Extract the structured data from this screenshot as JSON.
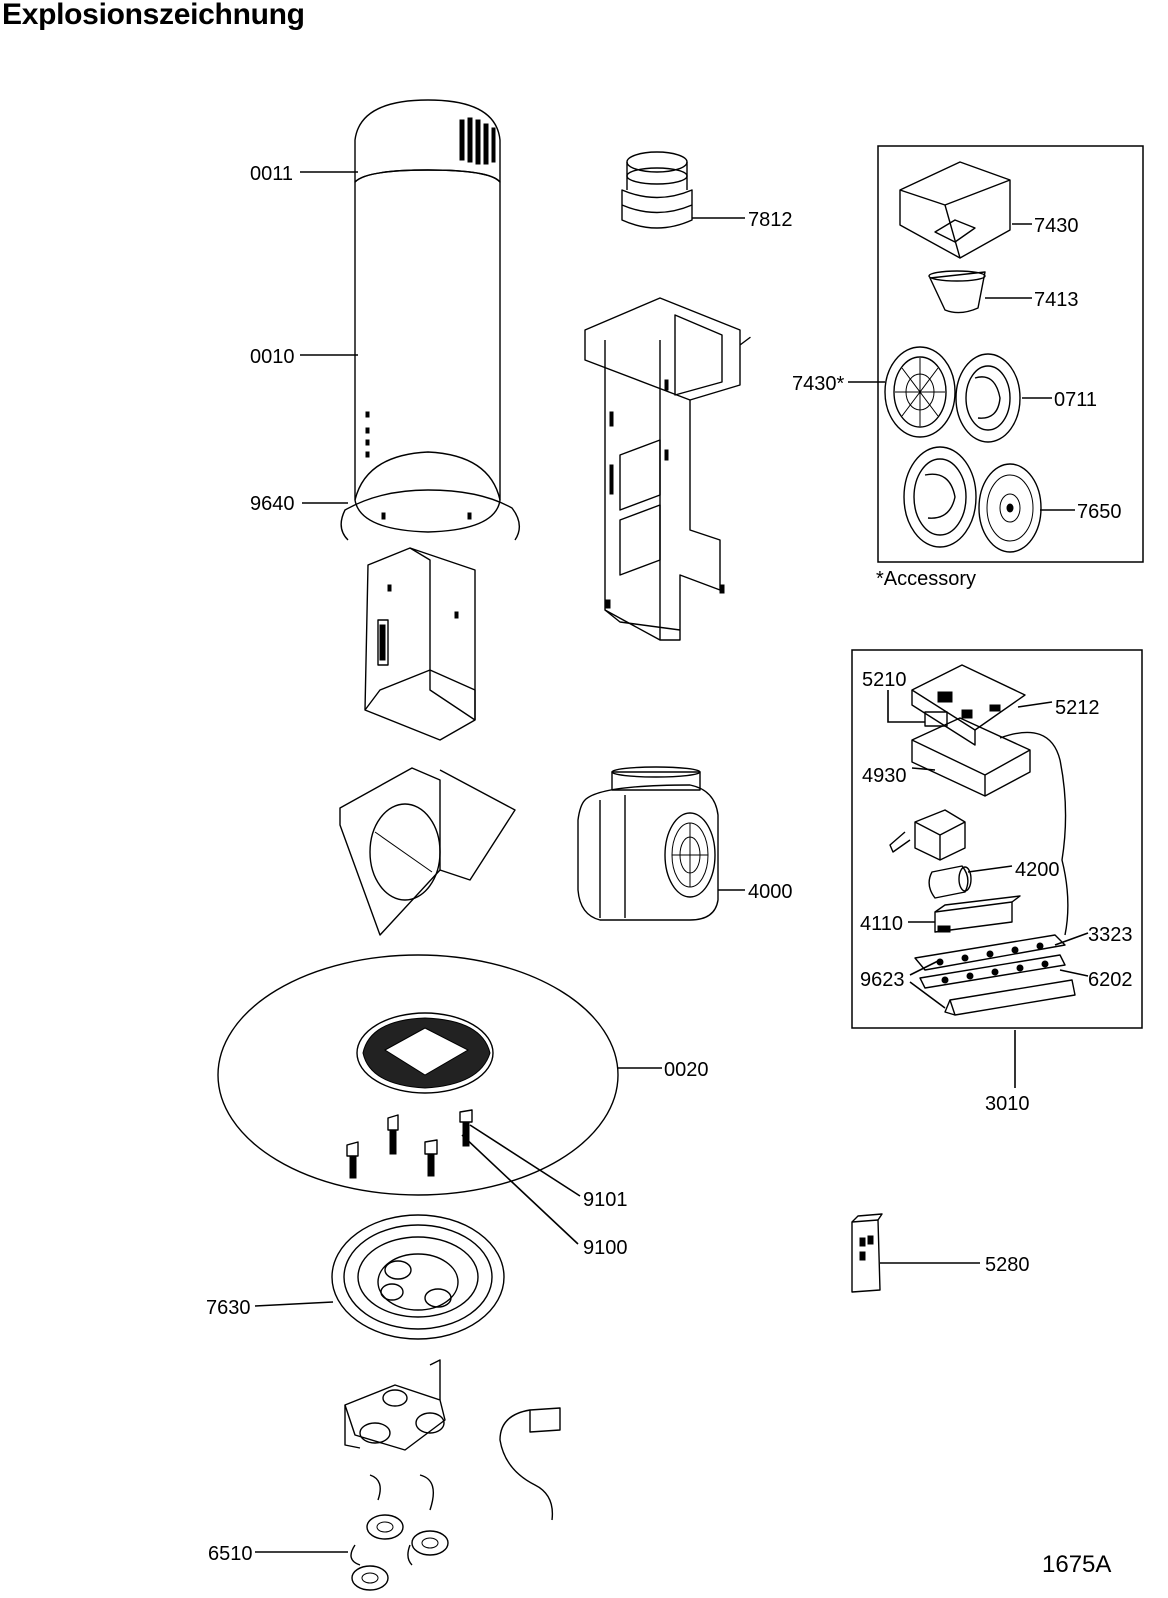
{
  "title": "Explosionszeichnung",
  "drawing_code": "1675A",
  "accessory_note": "*Accessory",
  "labels": {
    "p0011": "0011",
    "p0010": "0010",
    "p9640": "9640",
    "p7812": "7812",
    "p7430a": "7430",
    "p7413": "7413",
    "p7430b": "7430*",
    "p0711": "0711",
    "p7650": "7650",
    "p5210": "5210",
    "p5212": "5212",
    "p4930": "4930",
    "p4200": "4200",
    "p4000": "4000",
    "p4110": "4110",
    "p3323": "3323",
    "p9623": "9623",
    "p6202": "6202",
    "p0020": "0020",
    "p3010": "3010",
    "p9101": "9101",
    "p9100": "9100",
    "p5280": "5280",
    "p7630": "7630",
    "p6510": "6510"
  }
}
